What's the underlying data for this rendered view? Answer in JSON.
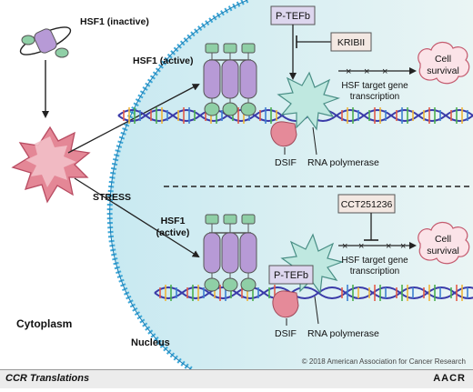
{
  "labels": {
    "hsf1_inactive": "HSF1 (inactive)",
    "hsf1_active_top": "HSF1 (active)",
    "hsf1_active_bottom_1": "HSF1",
    "hsf1_active_bottom_2": "(active)",
    "ptefb_top": "P-TEFb",
    "ptefb_bottom": "P-TEFb",
    "kribii": "KRIBII",
    "cct": "CCT251236",
    "target_top_1": "HSF target gene",
    "target_top_2": "transcription",
    "target_bottom_1": "HSF target gene",
    "target_bottom_2": "transcription",
    "survival_top_1": "Cell",
    "survival_top_2": "survival",
    "survival_bottom_1": "Cell",
    "survival_bottom_2": "survival",
    "dsif_top": "DSIF",
    "rnapol_top": "RNA polymerase",
    "dsif_bottom": "DSIF",
    "rnapol_bottom": "RNA polymerase",
    "stress": "STRESS",
    "cytoplasm": "Cytoplasm",
    "nucleus": "Nucleus",
    "copyright": "© 2018 American Association for Cancer Research"
  },
  "footer": {
    "left": "CCR Translations",
    "right": "AACR"
  },
  "colors": {
    "nucleus_fill": "#d7eef2",
    "membrane": "#3ea8d8",
    "hsf1_purple": "#b79ad6",
    "hsf1_green": "#8fcfa6",
    "rnapol_teal": "#bfe8e0",
    "dsif_pink": "#e58a99",
    "stress_red": "#e48796",
    "ptefb_box": "#ddd6ee",
    "inhibitor_box": "#f3e8e2",
    "cell_survival": "#fbe3e8"
  }
}
